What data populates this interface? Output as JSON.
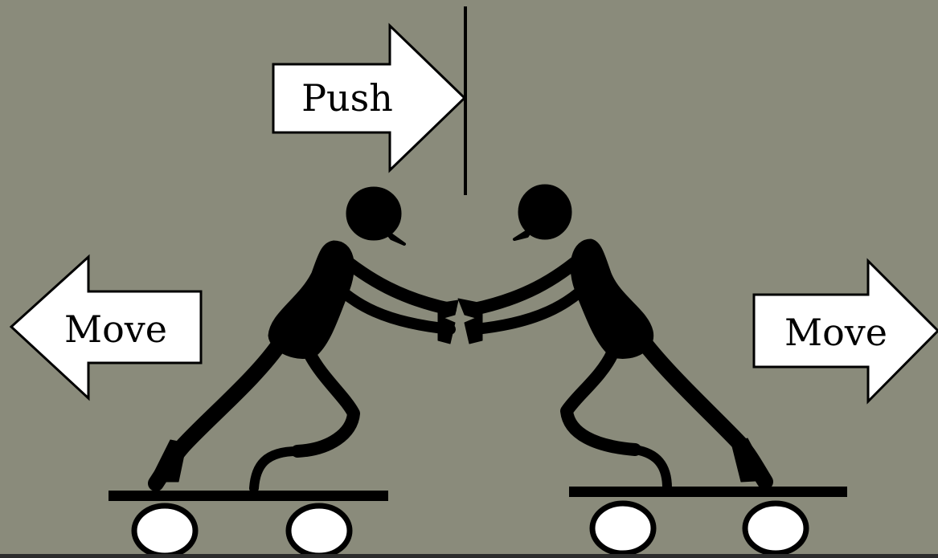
{
  "labels": {
    "push": "Push",
    "move_left": "Move",
    "move_right": "Move"
  },
  "colors": {
    "background": "#8a8b7b",
    "figure": "#000000",
    "arrow_fill": "#ffffff",
    "wheel_fill": "#ffffff"
  },
  "icons": {
    "push_arrow": "arrow-right-icon",
    "move_left_arrow": "arrow-left-icon",
    "move_right_arrow": "arrow-right-icon"
  }
}
